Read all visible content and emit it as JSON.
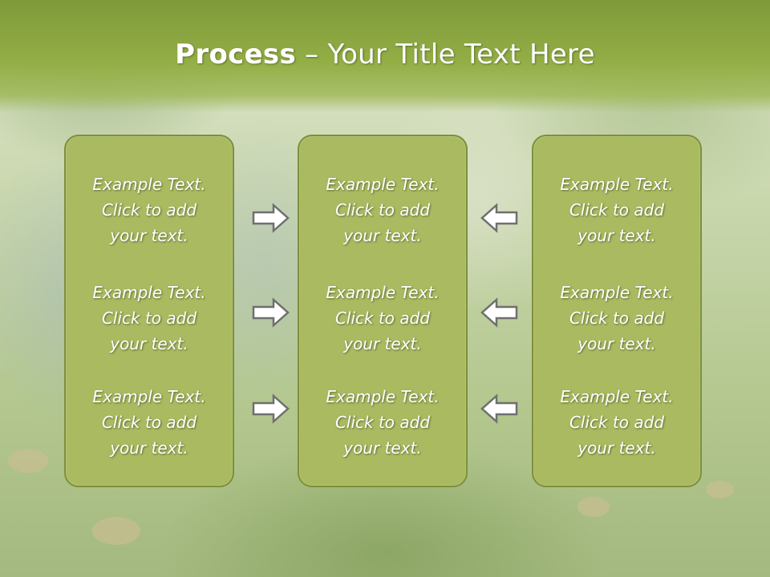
{
  "title": {
    "bold": "Process",
    "rest": " – Your Title Text Here"
  },
  "columns": [
    {
      "items": [
        [
          "Example Text.",
          "Click  to add",
          "your text."
        ],
        [
          "Example Text.",
          "Click  to add",
          "your text."
        ],
        [
          "Example Text.",
          "Click  to add",
          "your text."
        ]
      ]
    },
    {
      "items": [
        [
          "Example Text.",
          "Click  to add",
          "your text."
        ],
        [
          "Example Text.",
          "Click  to add",
          "your text."
        ],
        [
          "Example Text.",
          "Click  to add",
          "your text."
        ]
      ]
    },
    {
      "items": [
        [
          "Example Text.",
          "Click  to add",
          "your text."
        ],
        [
          "Example Text.",
          "Click  to add",
          "your text."
        ],
        [
          "Example Text.",
          "Click  to add",
          "your text."
        ]
      ]
    }
  ],
  "arrows": {
    "left_group": [
      "right-arrow-icon",
      "right-arrow-icon",
      "right-arrow-icon"
    ],
    "right_group": [
      "left-arrow-icon",
      "left-arrow-icon",
      "left-arrow-icon"
    ]
  },
  "colors": {
    "header": "#8aa63f",
    "box_fill": "#a9ba60",
    "box_border": "#7d8f3c",
    "text": "#ffffff"
  }
}
